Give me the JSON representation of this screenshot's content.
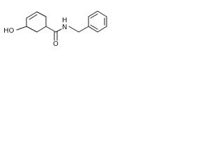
{
  "molecule": {
    "atoms": {
      "hydroxyl": "HO",
      "carbonyl_oxygen": "O",
      "amide_nitrogen": "N",
      "amide_hydrogen": "H"
    }
  },
  "colors": {
    "bond": "#1a1a1a",
    "background": "#ffffff"
  }
}
